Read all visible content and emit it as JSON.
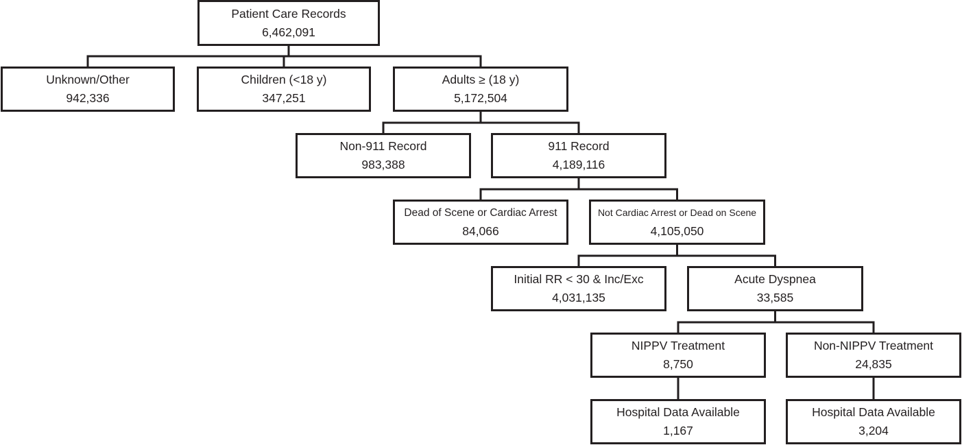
{
  "nodes": {
    "root": {
      "label": "Patient Care Records",
      "value": "6,462,091"
    },
    "unknown": {
      "label": "Unknown/Other",
      "value": "942,336"
    },
    "children": {
      "label": "Children (<18 y)",
      "value": "347,251"
    },
    "adults": {
      "label": "Adults ≥ (18 y)",
      "value": "5,172,504"
    },
    "non911": {
      "label": "Non-911 Record",
      "value": "983,388"
    },
    "r911": {
      "label": "911 Record",
      "value": "4,189,116"
    },
    "dead": {
      "label": "Dead of Scene or Cardiac Arrest",
      "value": "84,066"
    },
    "notarrest": {
      "label": "Not Cardiac Arrest or Dead on Scene",
      "value": "4,105,050"
    },
    "initialrr": {
      "label": "Initial RR < 30 & Inc/Exc",
      "value": "4,031,135"
    },
    "dyspnea": {
      "label": "Acute Dyspnea",
      "value": "33,585"
    },
    "nippv": {
      "label": "NIPPV Treatment",
      "value": "8,750"
    },
    "nonnippv": {
      "label": "Non-NIPPV Treatment",
      "value": "24,835"
    },
    "hosp_nippv": {
      "label": "Hospital Data Available",
      "value": "1,167"
    },
    "hosp_nonnippv": {
      "label": "Hospital Data Available",
      "value": "3,204"
    }
  },
  "edges": [
    [
      "root",
      "unknown"
    ],
    [
      "root",
      "children"
    ],
    [
      "root",
      "adults"
    ],
    [
      "adults",
      "non911"
    ],
    [
      "adults",
      "r911"
    ],
    [
      "r911",
      "dead"
    ],
    [
      "r911",
      "notarrest"
    ],
    [
      "notarrest",
      "initialrr"
    ],
    [
      "notarrest",
      "dyspnea"
    ],
    [
      "dyspnea",
      "nippv"
    ],
    [
      "dyspnea",
      "nonnippv"
    ],
    [
      "nippv",
      "hosp_nippv"
    ],
    [
      "nonnippv",
      "hosp_nonnippv"
    ]
  ]
}
